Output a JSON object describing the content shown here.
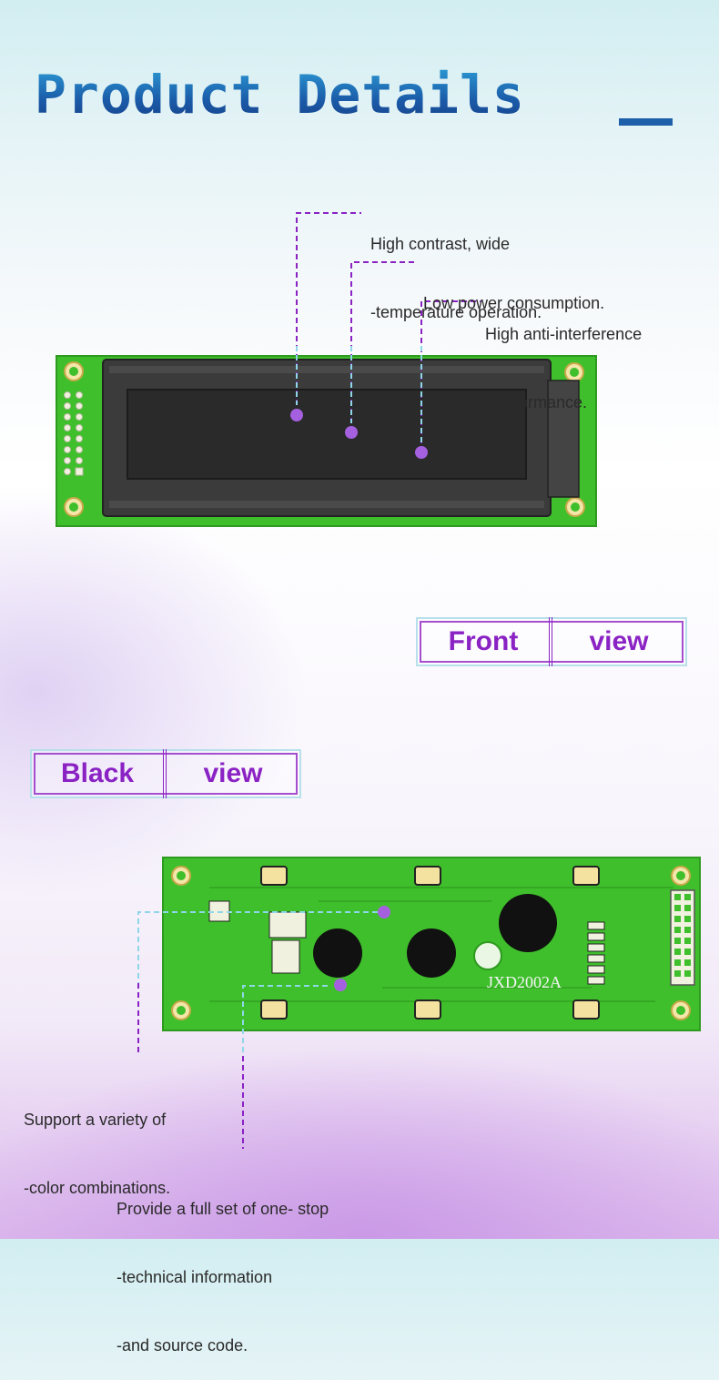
{
  "header": {
    "title": "Product Details"
  },
  "front": {
    "callouts": [
      {
        "line1": "High contrast, wide",
        "line2": "-temperature operation."
      },
      {
        "line1": "Low power consumption."
      },
      {
        "line1": "High anti-interference",
        "line2": "-performance."
      }
    ],
    "tag": {
      "word1": "Front",
      "word2": "view"
    }
  },
  "back": {
    "tag": {
      "word1": "Black",
      "word2": "view"
    },
    "board_label": "JXD2002A",
    "callouts": [
      {
        "line1": "Support a variety of",
        "line2": "-color combinations."
      },
      {
        "line1": "Provide a full set of one- stop",
        "line2": "-technical information",
        "line3": "-and source code."
      }
    ]
  },
  "colors": {
    "accent": "#8a22c4",
    "title_blue": "#1d5fa8",
    "pcb_green": "#3fbf2c",
    "lcd_dark": "#3a3a3a"
  }
}
